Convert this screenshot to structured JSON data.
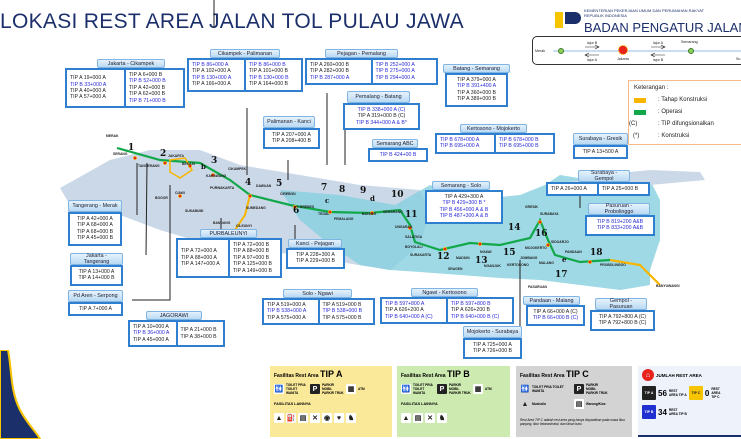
{
  "title": "LOKASI REST AREA JALAN TOL PULAU JAWA",
  "header": {
    "ministry_line1": "KEMENTERIAN PEKERJAAN UMUM DAN PERUMAHAN RAKYAT",
    "ministry_line2": "REPUBLIK INDONESIA",
    "agency": "BADAN PENGATUR JALAN TOL"
  },
  "route_diagram": {
    "left": "Merak",
    "center": "Jakarta",
    "right": "Semarang",
    "right_cut": "Su",
    "lajur_b_top": "lajur B",
    "lajur_a_bottom": "lajur A",
    "lajur_a_top": "lajur A",
    "lajur_b_bottom": "lajur B"
  },
  "legend": {
    "title": "Keterangan :",
    "items": [
      {
        "key": "",
        "label": ": Tahap Konstruksi",
        "color": "#f7b500"
      },
      {
        "key": "",
        "label": ": Operasi",
        "color": "#12a84a"
      },
      {
        "key": "(C)",
        "label": ": TIP difungsionalkan"
      },
      {
        "key": "(*)",
        "label": ": Konstruksi"
      }
    ]
  },
  "colors": {
    "operasi": "#12a84a",
    "konstruksi": "#f7b500",
    "box_border": "#2f7fd0",
    "tip_b_text": "#2a2ad8",
    "island": "#c9d6e6",
    "east_java": "#7fcfdc"
  },
  "boxes": [
    {
      "id": "jakarta-cikampek",
      "name": "Jakarta - Cikampek",
      "cols": [
        [
          {
            "t": "TIP A 19+000 A"
          },
          {
            "t": "TIP B 33+000 A",
            "b": 1
          },
          {
            "t": "TIP A 40+000 A"
          },
          {
            "t": "TIP A 57+000 A"
          }
        ],
        [
          {
            "t": "TIP A 6+000 B"
          },
          {
            "t": "TIP B 52+000 B",
            "b": 1
          },
          {
            "t": "TIP A 42+000 B"
          },
          {
            "t": "TIP A 62+000 B"
          },
          {
            "t": "TIP B 71+000 B",
            "b": 1
          }
        ]
      ]
    },
    {
      "id": "cikampek-palimanan",
      "name": "Cikampek - Palimanan",
      "cols": [
        [
          {
            "t": "TIP B 86+000 A",
            "b": 1
          },
          {
            "t": "TIP A 102+000 A"
          },
          {
            "t": "TIP B 130+000 A",
            "b": 1
          },
          {
            "t": "TIP A 166+000 A"
          }
        ],
        [
          {
            "t": "TIP B 86+000 B",
            "b": 1
          },
          {
            "t": "TIP A 101+000 B"
          },
          {
            "t": "TIP B 130+000 B",
            "b": 1
          },
          {
            "t": "TIP A 164+000 B"
          }
        ]
      ]
    },
    {
      "id": "pejagan-pemalang",
      "name": "Pejagan - Pemalang",
      "cols": [
        [
          {
            "t": "TIP A 260+000 B"
          },
          {
            "t": "TIP A 282+000 B"
          },
          {
            "t": "TIP B 287+000 A",
            "b": 1
          }
        ],
        [
          {
            "t": "TIP B 252+000 A",
            "b": 1
          },
          {
            "t": "TIP B 275+000 A",
            "b": 1
          },
          {
            "t": "TIP B 294+000 A",
            "b": 1
          }
        ]
      ]
    },
    {
      "id": "pemalang-batang",
      "name": "Pemalang - Batang",
      "cols": [
        [
          {
            "t": "TIP B 338+000 A (C)",
            "b": 1
          },
          {
            "t": "TIP A 319+000 B (C)"
          },
          {
            "t": "TIP B 344+000 A & B*",
            "b": 1
          }
        ]
      ]
    },
    {
      "id": "batang-semarang",
      "name": "Batang - Semarang",
      "cols": [
        [
          {
            "t": "TIP A 379+000 A"
          },
          {
            "t": "TIP B  391+400 A",
            "b": 1
          },
          {
            "t": "TIP A 360+000 B"
          },
          {
            "t": "TIP A 389+000 B"
          }
        ]
      ]
    },
    {
      "id": "palimanan-kanci",
      "name": "Palimanan - Kanci",
      "cols": [
        [
          {
            "t": "TIP A 207+000 A"
          },
          {
            "t": "TIP A 208+400 B"
          }
        ]
      ]
    },
    {
      "id": "semarang-abc",
      "name": "Semarang ABC",
      "cols": [
        [
          {
            "t": "TIP B 424+00 B",
            "b": 1
          }
        ]
      ]
    },
    {
      "id": "kertosono-mojokerto",
      "name": "Kertosono - Mojokerto",
      "cols": [
        [
          {
            "t": "TIP B   678+000 A",
            "b": 1
          },
          {
            "t": "TIP B   695+000 A",
            "b": 1
          }
        ],
        [
          {
            "t": "TIP B 678+000 B",
            "b": 1
          },
          {
            "t": "TIP B 695+000 B",
            "b": 1
          }
        ]
      ]
    },
    {
      "id": "surabaya-gresik",
      "name": "Surabaya - Gresik",
      "cols": [
        [
          {
            "t": "TIP A 13+500 A"
          }
        ]
      ]
    },
    {
      "id": "tangerang-merak",
      "name": "Tangerang - Merak",
      "cols": [
        [
          {
            "t": "TIP A 42+000 A"
          },
          {
            "t": "TIP A 68+000 A"
          },
          {
            "t": "TIP A 68+000 B"
          },
          {
            "t": "TIP A 45+000 B"
          }
        ]
      ]
    },
    {
      "id": "jakarta-tangerang",
      "name": "Jakarta - Tangerang",
      "cols": [
        [
          {
            "t": "TIP A 13+000 A"
          },
          {
            "t": "TIP A 14+000 B"
          }
        ]
      ]
    },
    {
      "id": "pd-aren-serpong",
      "name": "Pd Aren - Serpong",
      "cols": [
        [
          {
            "t": "TIP A 7+000 A"
          }
        ]
      ]
    },
    {
      "id": "purbaleunyi",
      "name": "PURBALEUNYI",
      "cols": [
        [
          {
            "t": "TIP A 72+000 A"
          },
          {
            "t": "TIP A 88+000 A"
          },
          {
            "t": "TIP A 147+000 A"
          }
        ],
        [
          {
            "t": "TIP A 72+000 B"
          },
          {
            "t": "TIP A 88+000 B"
          },
          {
            "t": "TIP A 97+000 B"
          },
          {
            "t": "TIP A 125+000 B"
          },
          {
            "t": "TIP A 149+000 B"
          }
        ]
      ]
    },
    {
      "id": "kanci-pejagan",
      "name": "Kanci - Pejagan",
      "cols": [
        [
          {
            "t": "TIP A 228+300 A"
          },
          {
            "t": "TIP A 229+000 B"
          }
        ]
      ]
    },
    {
      "id": "jagorawi",
      "name": "JAGORAWI",
      "cols": [
        [
          {
            "t": "TIP A 10+000 A"
          },
          {
            "t": "TIP B 36+000 A",
            "b": 1
          },
          {
            "t": "TIP A 45+000 A"
          }
        ],
        [
          {
            "t": "TIP A 21+000 B"
          },
          {
            "t": "TIP A 38+000 B"
          }
        ]
      ]
    },
    {
      "id": "solo-ngawi",
      "name": "Solo - Ngawi",
      "cols": [
        [
          {
            "t": "TIP A 519+000 A"
          },
          {
            "t": "TIP B 538+000 A",
            "b": 1
          },
          {
            "t": "TIP A 575+000 A"
          }
        ],
        [
          {
            "t": "TIP A 519+000 B"
          },
          {
            "t": "TIP B 538+000 B",
            "b": 1
          },
          {
            "t": "TIP A 575+000 B"
          }
        ]
      ]
    },
    {
      "id": "ngawi-kertosono",
      "name": "Ngawi - Kertosono",
      "cols": [
        [
          {
            "t": "TIP B  597+800 A",
            "b": 1
          },
          {
            "t": "TIP A  626+200 A"
          },
          {
            "t": "TIP B  640+000 A (C)",
            "b": 1
          }
        ],
        [
          {
            "t": "TIP B  597+800 B",
            "b": 1
          },
          {
            "t": "TIP A 626+200 B"
          },
          {
            "t": "TIP B 640+000 B (C)",
            "b": 1
          }
        ]
      ]
    },
    {
      "id": "mojokerto-surabaya",
      "name": "Mojokerto - Surabaya",
      "cols": [
        [
          {
            "t": "TIP A 725+000 A"
          },
          {
            "t": "TIP A 726+000 B"
          }
        ]
      ]
    },
    {
      "id": "semarang-solo",
      "name": "Semarang - Solo",
      "cols": [
        [
          {
            "t": "TIP A 429+300 A"
          },
          {
            "t": "TIP B 429+300 B *",
            "b": 1
          },
          {
            "t": "TIP B 456+000 A & B",
            "b": 1
          },
          {
            "t": "TIP B 487+300 A & B",
            "b": 1
          }
        ]
      ]
    },
    {
      "id": "surabaya-gempol",
      "name": "Surabaya - Gempol",
      "cols": [
        [
          {
            "t": "TIP A 26+000 A"
          }
        ],
        [
          {
            "t": "TIP A 25+000 B"
          }
        ]
      ]
    },
    {
      "id": "pasuruan-probolinggo",
      "name": "Pasuruan - Probolinggo",
      "cols": [
        [
          {
            "t": "TIP B 819+200 A&B",
            "b": 1
          },
          {
            "t": "TIP B 833+200 A&B",
            "b": 1
          }
        ]
      ]
    },
    {
      "id": "pandaan-malang",
      "name": "Pandaan - Malang",
      "cols": [
        [
          {
            "t": "TIP A 66+000 A (C)"
          },
          {
            "t": "TIP B 66+000 B (C)",
            "b": 1
          }
        ]
      ]
    },
    {
      "id": "gempol-pasuruan",
      "name": "Gempol - Pasuruan",
      "cols": [
        [
          {
            "t": "TIP A 792+800 A (C)"
          },
          {
            "t": "TIP A 792+800 B (C)"
          }
        ]
      ]
    }
  ],
  "map_numbers": [
    "1",
    "2",
    "3",
    "4",
    "5",
    "6",
    "7",
    "8",
    "9",
    "10",
    "11",
    "12",
    "13",
    "14",
    "15",
    "16",
    "17",
    "18",
    "b",
    "c",
    "d",
    "e"
  ],
  "cities": [
    "MERAK",
    "SERANG",
    "JAKARTA",
    "TANGERANG",
    "BEKASI",
    "KARAWANG",
    "CIKAMPEK",
    "PURWAKARTA",
    "BOGOR",
    "CIAWI",
    "SUKABUMI",
    "BANDUNG",
    "SUMEDANG",
    "CILEUNYI",
    "DAWUAN",
    "CIREBON",
    "BREBES",
    "TEGAL",
    "PEMALANG",
    "BATANG",
    "SEMARANG",
    "UNGARAN",
    "SALATIGA",
    "BOYOLALI",
    "SURAKARTA",
    "SRAGEN",
    "NGAWI",
    "MADIUN",
    "NGANJUK",
    "KERTOSONO",
    "JOMBANG",
    "MOJOKERTO",
    "GRESIK",
    "SURABAYA",
    "SIDOARJO",
    "PANDAAN",
    "MALANG",
    "PASURUAN",
    "PROBOLINGGO",
    "BANYUWANGI"
  ],
  "facilities": {
    "tip_a": {
      "title_prefix": "Fasilitas Rest Area",
      "title": "TIP A",
      "toilet": "TOILET PRIA TOILET WANITA",
      "parking": "PARKIR MOBIL PARKIR TRUK",
      "atm": "ATM",
      "other": "FASILITAS LAINNYA",
      "bg": "#fbe99a"
    },
    "tip_b": {
      "title_prefix": "Fasilitas Rest Area",
      "title": "TIP B",
      "toilet": "TOILET PRIA TOILET WANITA",
      "parking": "PARKIR MOBIL PARKIR TRUK",
      "atm": "ATM",
      "other": "FASILITAS LAINNYA",
      "bg": "#cdeab0"
    },
    "tip_c": {
      "title_prefix": "Fasilitas Rest Area",
      "title": "TIP C",
      "toilet": "TOILET PRIA TOILET WANITA",
      "parking": "PARKIR MOBIL PARKIR TRUK",
      "mushola": "Musholla",
      "warung": "Warung/Kios",
      "note": "Rest Area TIP C adalah rest area yang hanya disyaratkan pada masa libur panjang, libur lebaran/natal, dan tahun baru",
      "bg": "#d3d3d3"
    }
  },
  "totals": {
    "title": "JUMLAH REST AREA",
    "items": [
      {
        "badge": "TIP A",
        "count": "56",
        "label": "REST AREA TIP A",
        "color": "#222"
      },
      {
        "badge": "TIP C",
        "count": "0",
        "label": "REST AREA TIP C",
        "color": "#f7c400"
      },
      {
        "badge": "TIP B",
        "count": "34",
        "label": "REST AREA TIP B",
        "color": "#1f2fd0"
      }
    ]
  }
}
